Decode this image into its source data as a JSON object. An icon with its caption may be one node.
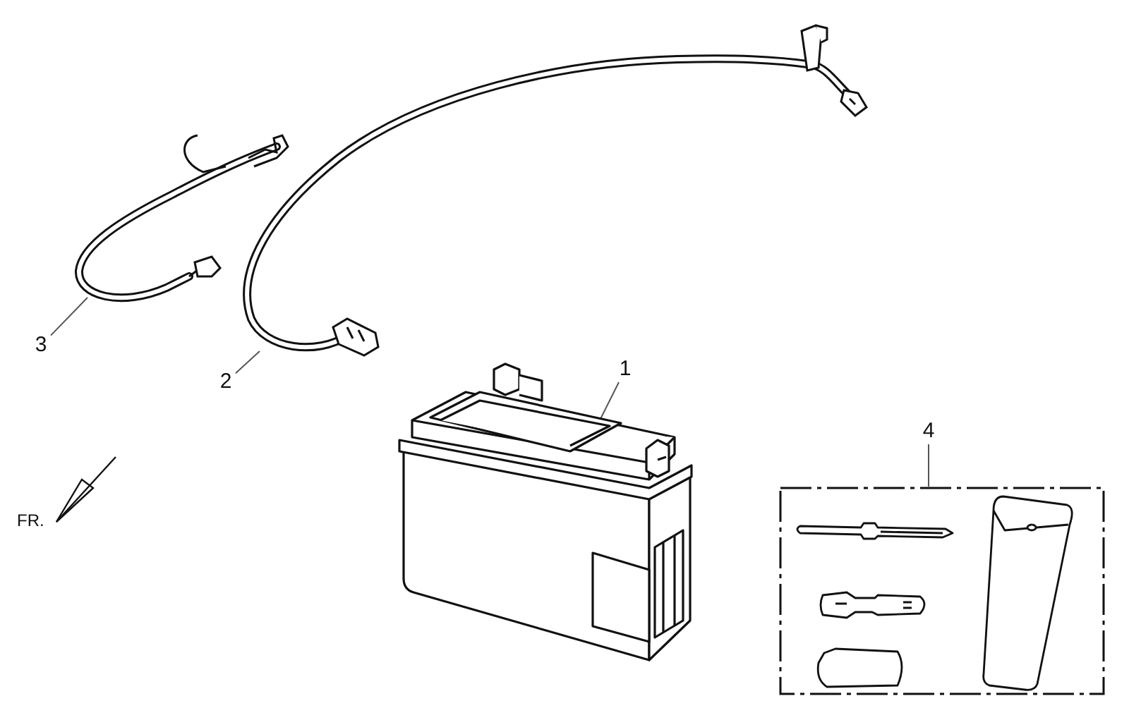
{
  "diagram": {
    "nodes": [
      {
        "text": [
          "1"
        ]
      },
      {
        "text": [],
        "shape": "picture"
      },
      {
        "text": [
          "2"
        ]
      },
      {
        "text": [],
        "shape": "picture"
      },
      {
        "text": [
          "3"
        ]
      },
      {
        "text": [],
        "shape": "picture"
      },
      {
        "text": [
          "4"
        ]
      },
      {
        "text": [],
        "shape": "box"
      }
    ],
    "edges": [
      {
        "from": 0,
        "to": 1,
        "arrow": "none"
      },
      {
        "from": 2,
        "to": 3,
        "arrow": "none"
      },
      {
        "from": 4,
        "to": 5,
        "arrow": "none"
      },
      {
        "from": 6,
        "to": 7,
        "arrow": "none"
      }
    ],
    "labels": [
      "FR."
    ]
  }
}
